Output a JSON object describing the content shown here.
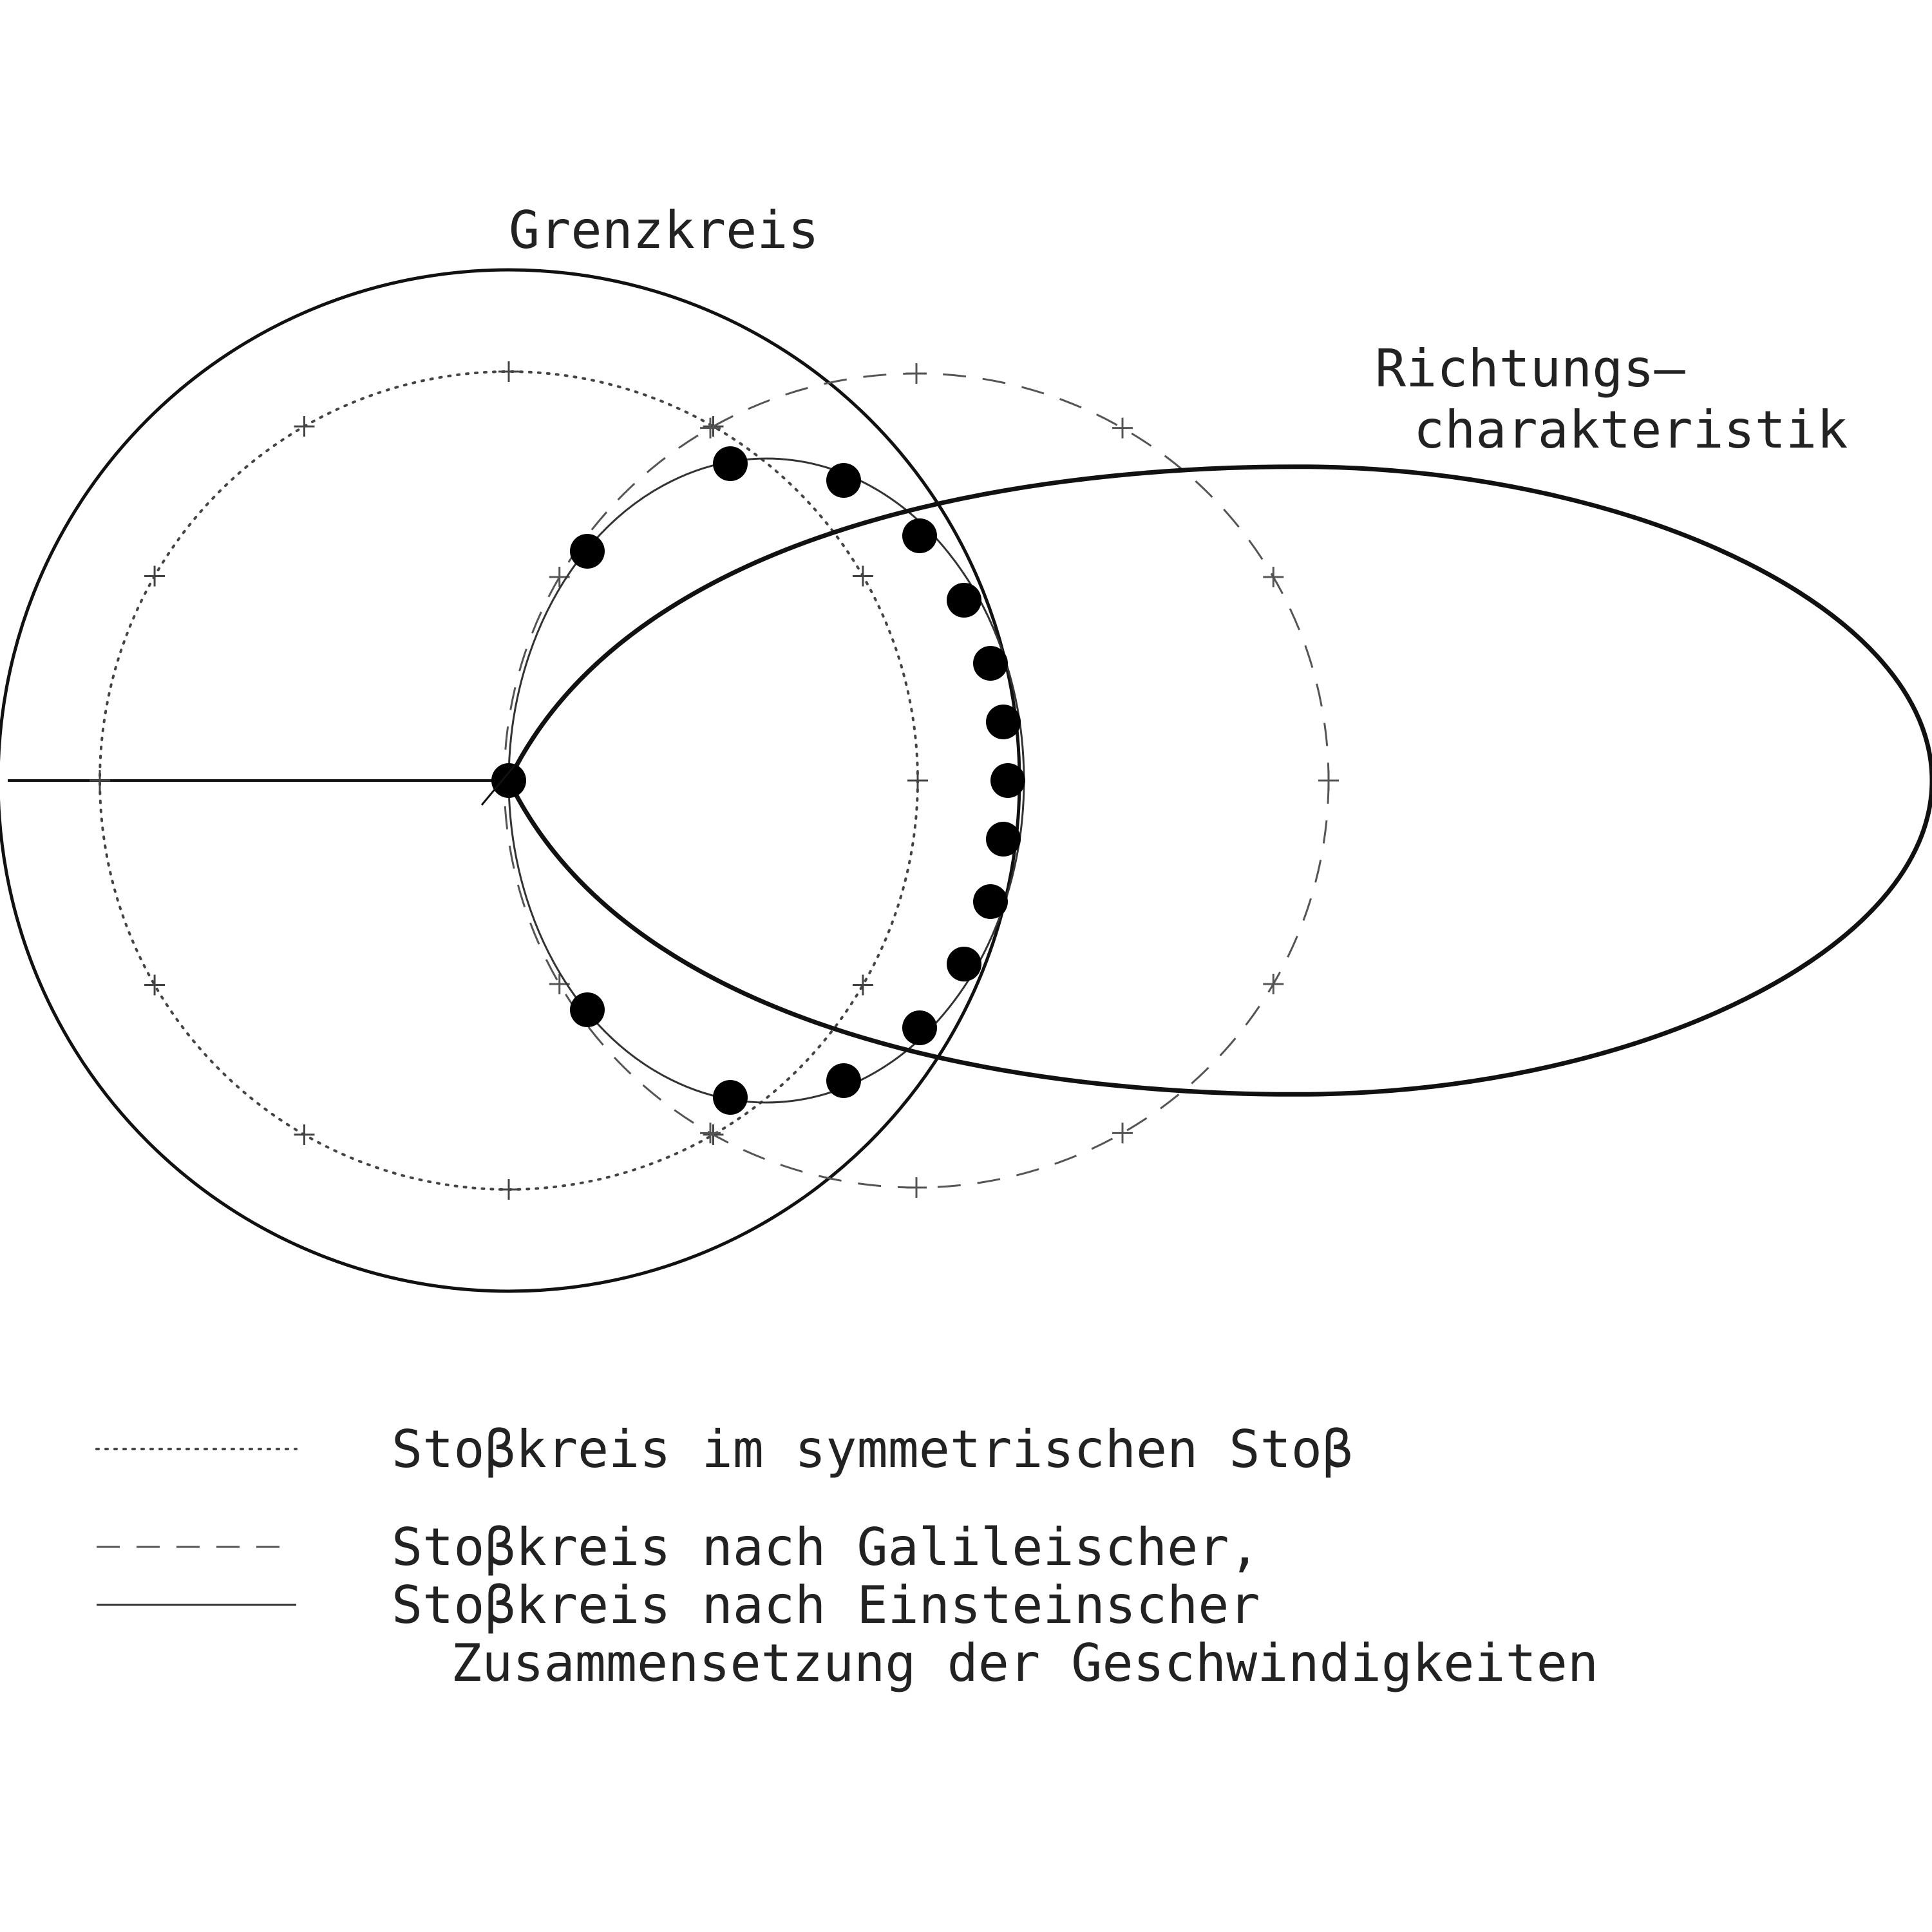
{
  "labels": {
    "grenzkreis": "Grenzkreis",
    "richtung_line1": "Richtungs–",
    "richtung_line2": "charakteristik"
  },
  "legend": {
    "item1": "Stoβkreis im symmetrischen Stoβ",
    "item2": "Stoβkreis nach Galileischer,",
    "item3": "Stoβkreis nach Einsteinscher",
    "item3_cont": "Zusammensetzung der Geschwindigkeiten"
  },
  "colors": {
    "ink": "#111111",
    "dotted": "#444444",
    "dashed": "#555555",
    "thin": "#333333"
  }
}
